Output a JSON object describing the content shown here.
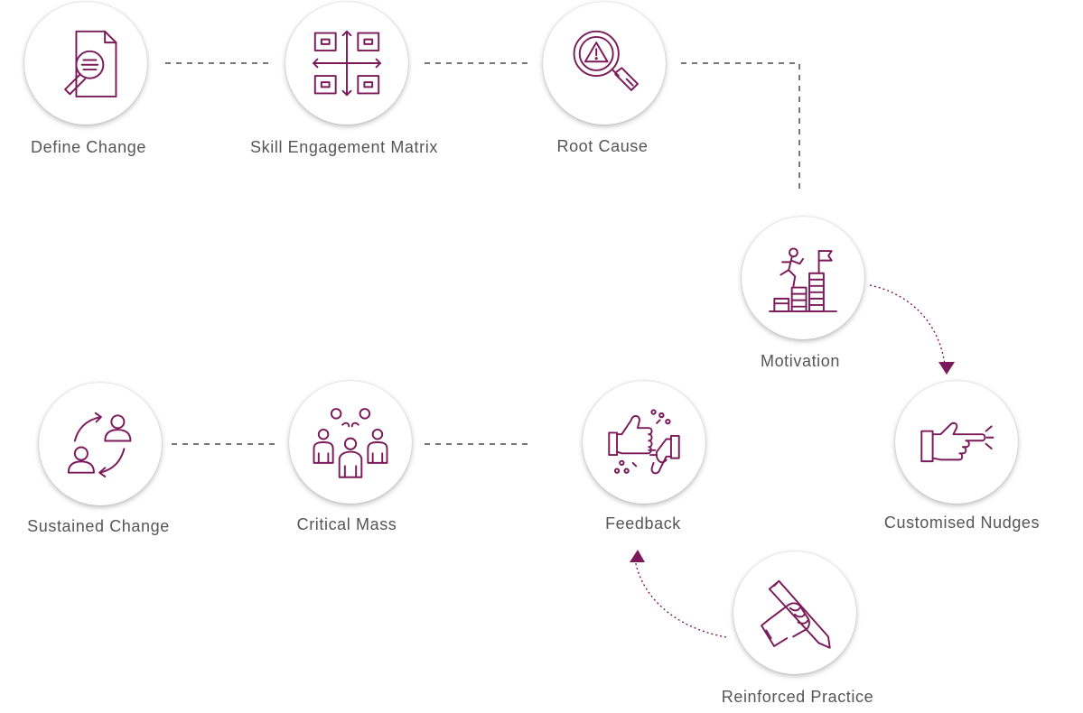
{
  "colors": {
    "accent": "#7a1a5a",
    "label": "#555555",
    "connector": "#777777"
  },
  "steps": [
    {
      "id": "define-change",
      "label": "Define Change",
      "icon": "document-magnifier-icon"
    },
    {
      "id": "skill-engagement-matrix",
      "label": "Skill Engagement Matrix",
      "icon": "quadrant-matrix-icon"
    },
    {
      "id": "root-cause",
      "label": "Root Cause",
      "icon": "magnifier-warning-icon"
    },
    {
      "id": "motivation",
      "label": "Motivation",
      "icon": "climbing-stairs-flag-icon"
    },
    {
      "id": "customised-nudges",
      "label": "Customised Nudges",
      "icon": "pointing-hand-icon"
    },
    {
      "id": "reinforced-practice",
      "label": "Reinforced Practice",
      "icon": "hand-holding-pen-icon"
    },
    {
      "id": "feedback",
      "label": "Feedback",
      "icon": "thumbs-up-down-icon"
    },
    {
      "id": "critical-mass",
      "label": "Critical Mass",
      "icon": "group-of-people-icon"
    },
    {
      "id": "sustained-change",
      "label": "Sustained Change",
      "icon": "people-exchange-cycle-icon"
    }
  ]
}
